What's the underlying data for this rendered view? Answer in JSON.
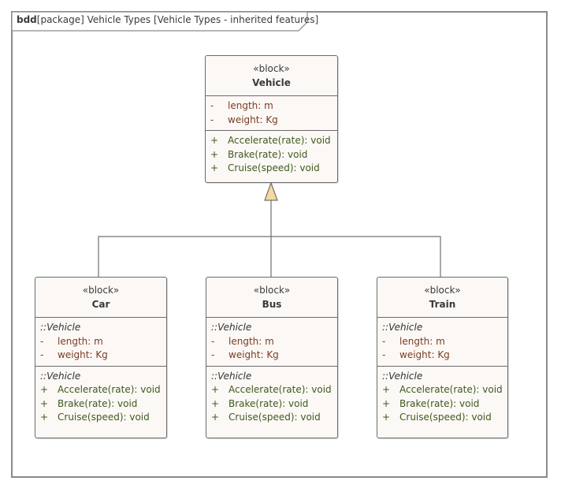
{
  "frame": {
    "kind": "bdd",
    "title": "[package] Vehicle Types [Vehicle Types - inherited features]"
  },
  "blocks": {
    "vehicle": {
      "stereotype": "«block»",
      "name": "Vehicle",
      "attributes": [
        {
          "vis": "-",
          "text": "length: m"
        },
        {
          "vis": "-",
          "text": "weight: Kg"
        }
      ],
      "operations": [
        {
          "vis": "+",
          "text": "Accelerate(rate): void"
        },
        {
          "vis": "+",
          "text": "Brake(rate): void"
        },
        {
          "vis": "+",
          "text": "Cruise(speed): void"
        }
      ]
    },
    "car": {
      "stereotype": "«block»",
      "name": "Car",
      "inherited_from": "::Vehicle",
      "attributes": [
        {
          "vis": "-",
          "text": "length: m"
        },
        {
          "vis": "-",
          "text": "weight: Kg"
        }
      ],
      "operations": [
        {
          "vis": "+",
          "text": "Accelerate(rate): void"
        },
        {
          "vis": "+",
          "text": "Brake(rate): void"
        },
        {
          "vis": "+",
          "text": "Cruise(speed): void"
        }
      ]
    },
    "bus": {
      "stereotype": "«block»",
      "name": "Bus",
      "inherited_from": "::Vehicle",
      "attributes": [
        {
          "vis": "-",
          "text": "length: m"
        },
        {
          "vis": "-",
          "text": "weight: Kg"
        }
      ],
      "operations": [
        {
          "vis": "+",
          "text": "Accelerate(rate): void"
        },
        {
          "vis": "+",
          "text": "Brake(rate): void"
        },
        {
          "vis": "+",
          "text": "Cruise(speed): void"
        }
      ]
    },
    "train": {
      "stereotype": "«block»",
      "name": "Train",
      "inherited_from": "::Vehicle",
      "attributes": [
        {
          "vis": "-",
          "text": "length: m"
        },
        {
          "vis": "-",
          "text": "weight: Kg"
        }
      ],
      "operations": [
        {
          "vis": "+",
          "text": "Accelerate(rate): void"
        },
        {
          "vis": "+",
          "text": "Brake(rate): void"
        },
        {
          "vis": "+",
          "text": "Cruise(speed): void"
        }
      ]
    }
  },
  "colors": {
    "block_fill": "#fcf8f5",
    "attribute_text": "#7a3c24",
    "operation_text": "#3d5a1e",
    "generalization_arrow_fill": "#f6d9a0"
  }
}
